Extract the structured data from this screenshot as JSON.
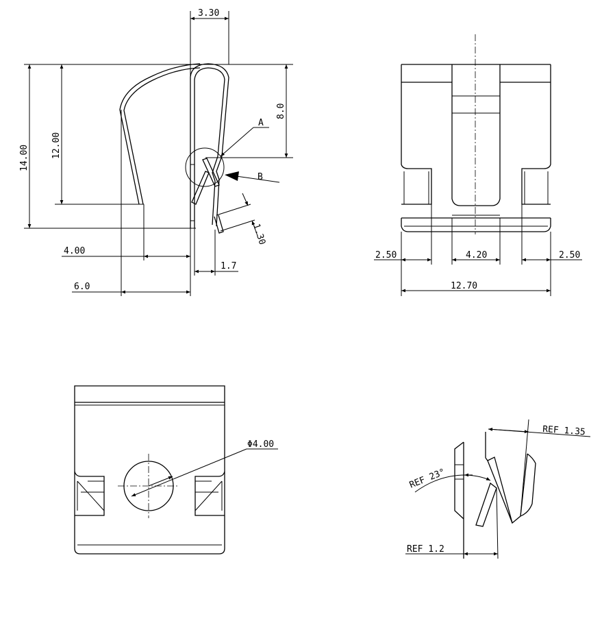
{
  "side_view": {
    "dim_width_top": "3.30",
    "dim_height_total": "14.00",
    "dim_height_spring": "12.00",
    "dim_height_contact": "8.0",
    "dim_offset_4": "4.00",
    "dim_offset_6": "6.0",
    "dim_gap": "1.7",
    "dim_tab": "1.30",
    "label_a": "A",
    "label_b": "B"
  },
  "front_view": {
    "dim_left": "2.50",
    "dim_center": "4.20",
    "dim_right": "2.50",
    "dim_total": "12.70"
  },
  "top_view": {
    "dim_hole": "Φ4.00"
  },
  "detail_view": {
    "dim_ref_angle": "REF 23°",
    "dim_ref_thickness": "REF  1.35",
    "dim_ref_gap": "REF  1.2"
  }
}
